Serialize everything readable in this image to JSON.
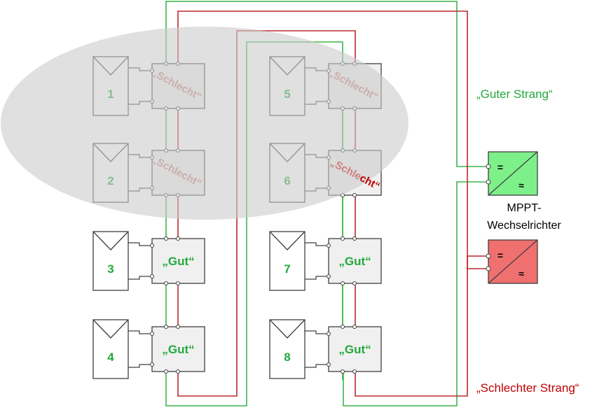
{
  "panels": [
    {
      "number": "1",
      "optimizer": "„Schlecht“",
      "state": "bad"
    },
    {
      "number": "2",
      "optimizer": "„Schlecht“",
      "state": "bad"
    },
    {
      "number": "3",
      "optimizer": "„Gut“",
      "state": "good"
    },
    {
      "number": "4",
      "optimizer": "„Gut“",
      "state": "good"
    },
    {
      "number": "5",
      "optimizer": "„Schlecht“",
      "state": "bad"
    },
    {
      "number": "6",
      "optimizer": "„Schlecht“",
      "state": "bad"
    },
    {
      "number": "7",
      "optimizer": "„Gut“",
      "state": "good"
    },
    {
      "number": "8",
      "optimizer": "„Gut“",
      "state": "good"
    }
  ],
  "panel6_label_light": "„Schle",
  "panel6_label_dark": "cht“",
  "inverter": {
    "label_line1": "MPPT-",
    "label_line2": "Wechselrichter",
    "dc_symbol": "=",
    "ac_symbol": "≈"
  },
  "captions": {
    "good_string": "„Guter Strang“",
    "bad_string": "„Schlechter Strang“"
  },
  "colors": {
    "good": "#22a93b",
    "bad": "#c00000",
    "inverter_good": "#7ef08a",
    "inverter_bad": "#f07070",
    "shade": "#cccccc"
  }
}
